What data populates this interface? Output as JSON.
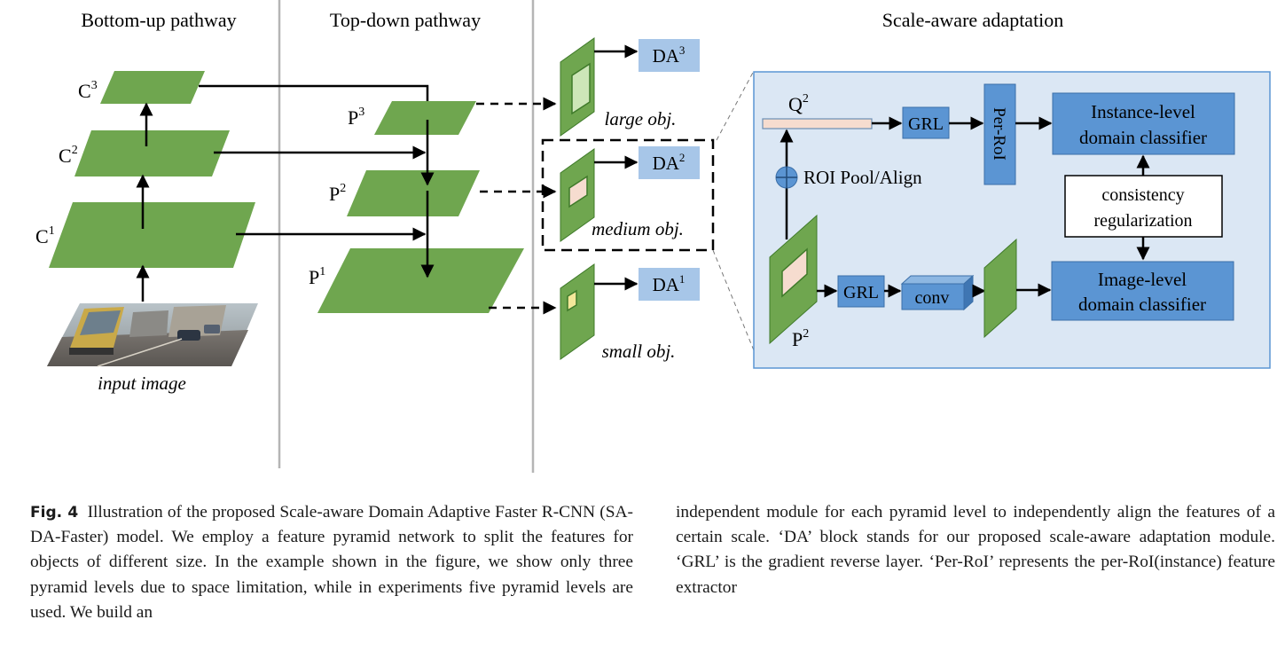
{
  "columns": {
    "bottom_up": "Bottom-up pathway",
    "top_down": "Top-down pathway",
    "scale_aware": "Scale-aware adaptation"
  },
  "bottom_up": {
    "levels": [
      {
        "base": "C",
        "sup": "3"
      },
      {
        "base": "C",
        "sup": "2"
      },
      {
        "base": "C",
        "sup": "1"
      }
    ],
    "input_label": "input image"
  },
  "top_down": {
    "levels": [
      {
        "base": "P",
        "sup": "3"
      },
      {
        "base": "P",
        "sup": "2"
      },
      {
        "base": "P",
        "sup": "1"
      }
    ]
  },
  "scale_outputs": [
    {
      "obj_label": "large obj.",
      "da_base": "DA",
      "da_sup": "3"
    },
    {
      "obj_label": "medium obj.",
      "da_base": "DA",
      "da_sup": "2"
    },
    {
      "obj_label": "small obj.",
      "da_base": "DA",
      "da_sup": "1"
    }
  ],
  "module": {
    "q_label": {
      "base": "Q",
      "sup": "2"
    },
    "roi_label": "ROI Pool/Align",
    "p_label": {
      "base": "P",
      "sup": "2"
    },
    "grl_top": "GRL",
    "grl_bottom": "GRL",
    "per_roi": "Per-RoI",
    "conv": "conv",
    "instance_classifier": [
      "Instance-level",
      "domain classifier"
    ],
    "image_classifier": [
      "Image-level",
      "domain classifier"
    ],
    "consistency": [
      "consistency",
      "regularization"
    ]
  },
  "caption": {
    "fig_label": "Fig. 4",
    "left_text": "Illustration of the proposed Scale-aware Domain Adaptive Faster R-CNN (SA-DA-Faster) model. We employ a feature pyramid network to split the features for objects of different size. In the example shown in the figure, we show only three pyramid levels due to space limitation, while in experiments five pyramid levels are used. We build an",
    "right_text": "independent module for each pyramid level to independently align the features of a certain scale. ‘DA’ block stands for our proposed scale-aware adaptation module. ‘GRL’ is the gradient reverse layer. ‘Per-RoI’ represents the per-RoI(instance) feature extractor"
  },
  "colors": {
    "feature_green": "#6fa64f",
    "feature_green_dark": "#3f7a2a",
    "da_box": "#a7c6e8",
    "module_bg": "#dbe7f4",
    "block_blue": "#5b95d3",
    "roi_fill": "#f6dccf",
    "small_roi_fill": "#f3e79a",
    "divider": "#b5b5b5"
  }
}
